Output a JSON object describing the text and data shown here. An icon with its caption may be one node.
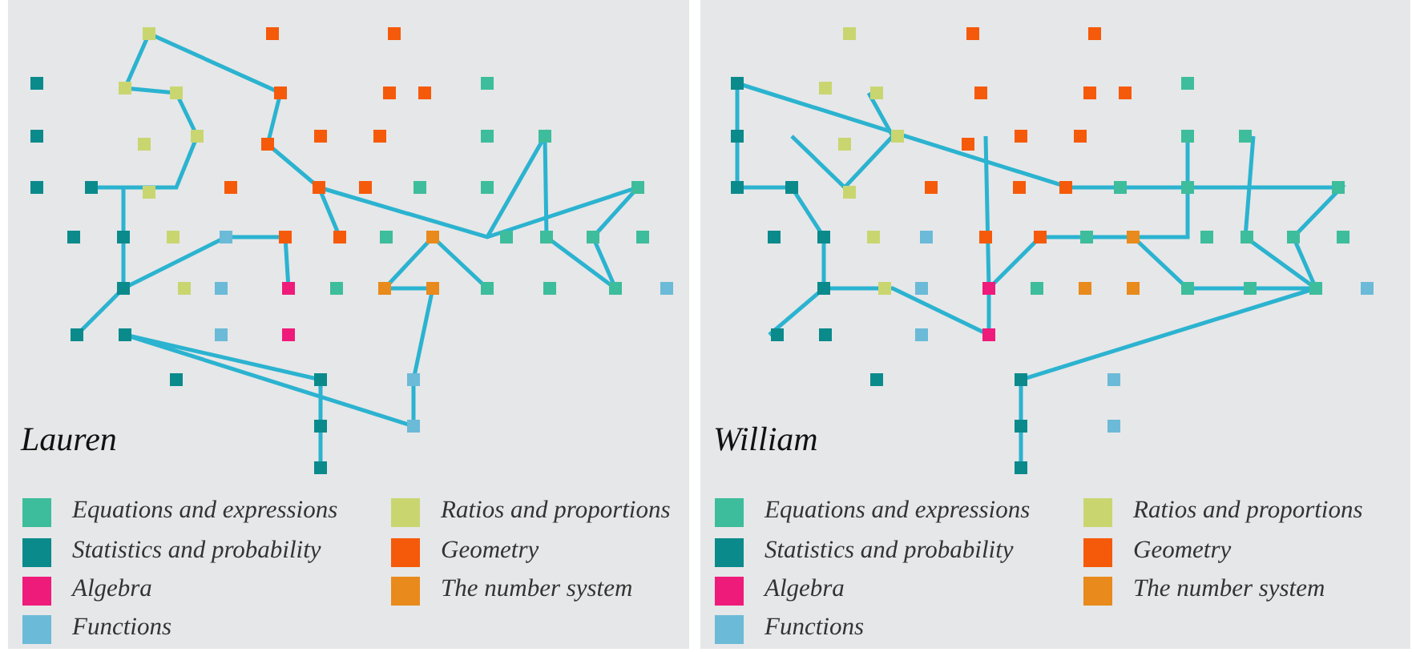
{
  "diagram": {
    "nodes": [
      {
        "text": [
          "Lauren"
        ]
      },
      {
        "text": [
          "William"
        ]
      }
    ],
    "edges": [],
    "legend": [
      {
        "text": "Equations and expressions",
        "color": "#3dbd9c"
      },
      {
        "text": "Ratios and proportions",
        "color": "#c9d670"
      },
      {
        "text": "Statistics and probability",
        "color": "#0b8a8c"
      },
      {
        "text": "Geometry",
        "color": "#f55a0a"
      },
      {
        "text": "Algebra",
        "color": "#ef1b7a"
      },
      {
        "text": "The number system",
        "color": "#e88a1c"
      },
      {
        "text": "Functions",
        "color": "#6bbad8"
      },
      {
        "text": "Equations and expressions",
        "color": "#3dbd9c"
      },
      {
        "text": "Ratios and proportions",
        "color": "#c9d670"
      },
      {
        "text": "Statistics and probability",
        "color": "#0b8a8c"
      },
      {
        "text": "Geometry",
        "color": "#f55a0a"
      },
      {
        "text": "Algebra",
        "color": "#ef1b7a"
      },
      {
        "text": "The number system",
        "color": "#e88a1c"
      },
      {
        "text": "Functions",
        "color": "#6bbad8"
      }
    ]
  }
}
